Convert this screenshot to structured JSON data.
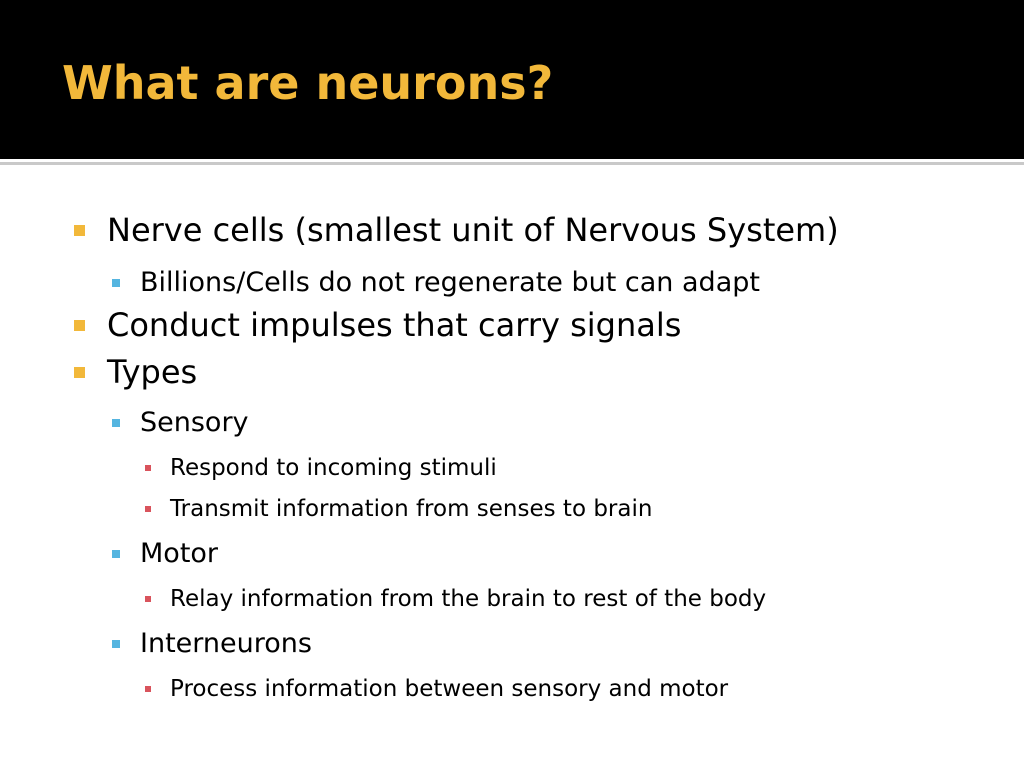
{
  "slide": {
    "title": "What are neurons?",
    "colors": {
      "title_text": "#f2b83a",
      "title_background": "#000000",
      "bullet_level_1": "#f2b83a",
      "bullet_level_2": "#55b5e0",
      "bullet_level_3": "#d9535c",
      "body_text": "#000000"
    },
    "bullets": [
      {
        "level": 1,
        "text": "Nerve cells (smallest unit of Nervous System)"
      },
      {
        "level": 2,
        "text": "Billions/Cells do not regenerate but can adapt"
      },
      {
        "level": 1,
        "text": "Conduct impulses that carry signals"
      },
      {
        "level": 1,
        "text": "Types"
      },
      {
        "level": 2,
        "text": "Sensory"
      },
      {
        "level": 3,
        "text": "Respond to incoming stimuli"
      },
      {
        "level": 3,
        "text": "Transmit information from senses to brain"
      },
      {
        "level": 2,
        "text": "Motor"
      },
      {
        "level": 3,
        "text": "Relay information from the brain to rest of the body"
      },
      {
        "level": 2,
        "text": "Interneurons"
      },
      {
        "level": 3,
        "text": "Process information between sensory and motor"
      }
    ]
  }
}
